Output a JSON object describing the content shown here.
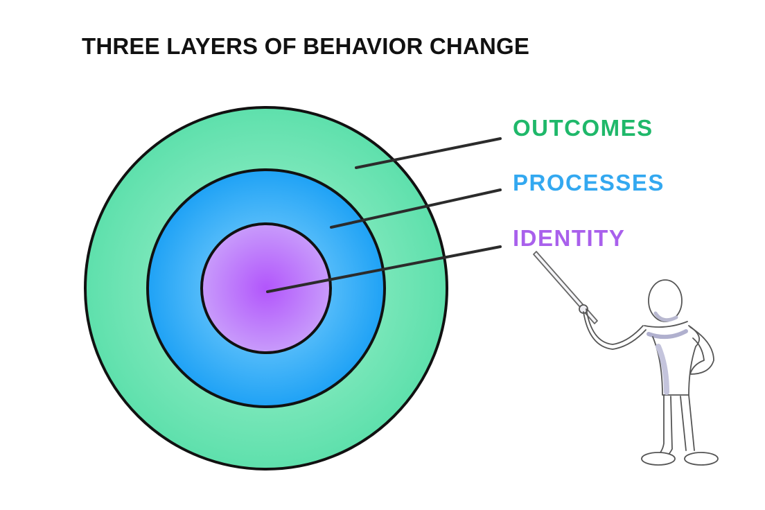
{
  "title": "THREE LAYERS OF BEHAVIOR CHANGE",
  "layers": [
    {
      "key": "outcomes",
      "label": "OUTCOMES",
      "color": "#1fb86a",
      "fill_inner": "#a8f2d0",
      "fill_outer": "#5ee0ac"
    },
    {
      "key": "processes",
      "label": "PROCESSES",
      "color": "#33a8f0",
      "fill_inner": "#8fd8ff",
      "fill_outer": "#1fa2f5"
    },
    {
      "key": "identity",
      "label": "IDENTITY",
      "color": "#a960ec",
      "fill_inner": "#b256fb",
      "fill_outer": "#c89bfb"
    }
  ],
  "figure": {
    "icon": "presenter-stick-figure-with-pointer"
  }
}
